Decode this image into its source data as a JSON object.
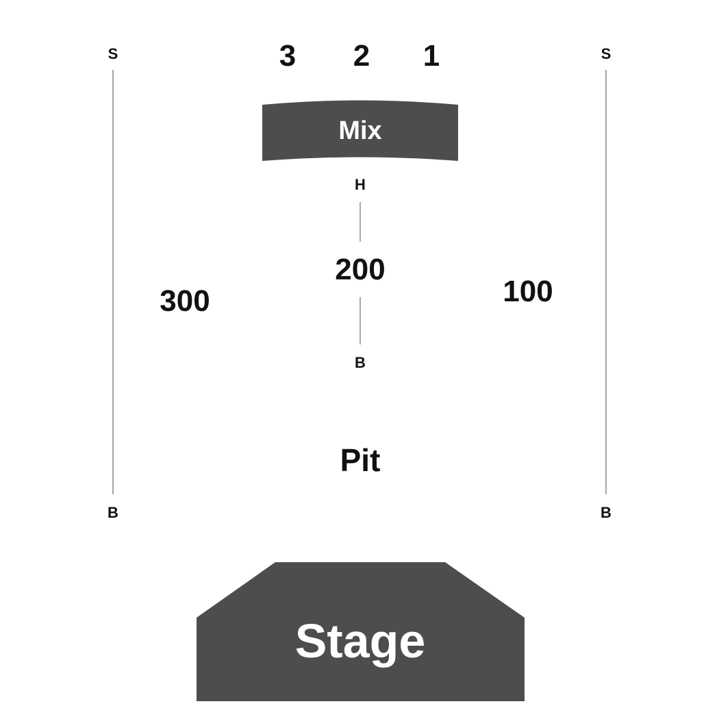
{
  "map": {
    "colors": {
      "block_fill": "#4d4d4d",
      "block_text": "#ffffff",
      "label_text": "#111111",
      "line_stroke": "#8a8a8a",
      "background": "#ffffff"
    },
    "left_aisle": {
      "top_label": "S",
      "bottom_label": "B"
    },
    "right_aisle": {
      "top_label": "S",
      "bottom_label": "B"
    },
    "top_rows": [
      "3",
      "2",
      "1"
    ],
    "mix": {
      "label": "Mix"
    },
    "center_aisle": {
      "top_label": "H",
      "bottom_label": "B"
    },
    "sections": {
      "left": "300",
      "center": "200",
      "right": "100"
    },
    "pit": {
      "label": "Pit"
    },
    "stage": {
      "label": "Stage"
    }
  }
}
